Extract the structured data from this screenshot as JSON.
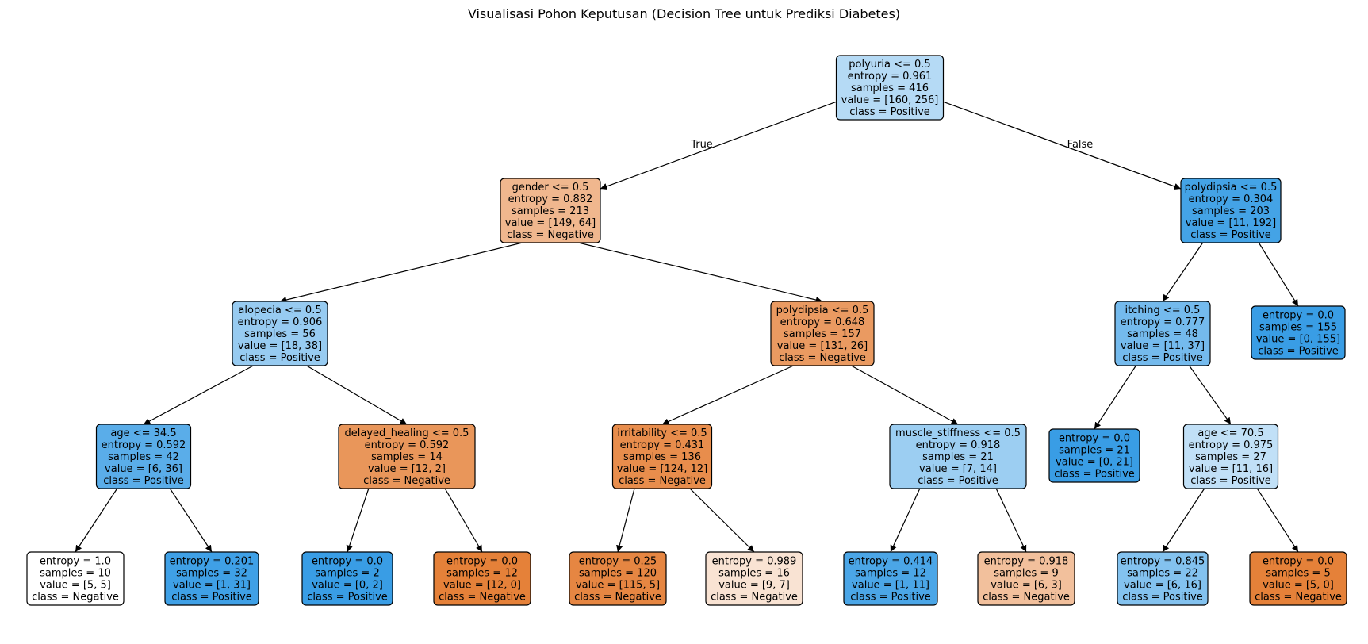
{
  "title": "Visualisasi Pohon Keputusan (Decision Tree untuk Prediksi Diabetes)",
  "colors": {
    "positive": "#399de5",
    "negative": "#e58139",
    "neutral": "#ffffff",
    "stroke": "#000000"
  },
  "branch_labels": {
    "true": "True",
    "false": "False"
  },
  "nodes": [
    {
      "id": "n0",
      "lines": [
        "polyuria <= 0.5",
        "entropy = 0.961",
        "samples = 416",
        "value = [160, 256]",
        "class = Positive"
      ],
      "cls": "Positive",
      "purity": 0.375
    },
    {
      "id": "n1",
      "lines": [
        "gender <= 0.5",
        "entropy = 0.882",
        "samples = 213",
        "value = [149, 64]",
        "class = Negative"
      ],
      "cls": "Negative",
      "purity": 0.57
    },
    {
      "id": "n2",
      "lines": [
        "polydipsia <= 0.5",
        "entropy = 0.304",
        "samples = 203",
        "value = [11, 192]",
        "class = Positive"
      ],
      "cls": "Positive",
      "purity": 0.943
    },
    {
      "id": "n3",
      "lines": [
        "alopecia <= 0.5",
        "entropy = 0.906",
        "samples = 56",
        "value = [18, 38]",
        "class = Positive"
      ],
      "cls": "Positive",
      "purity": 0.526
    },
    {
      "id": "n4",
      "lines": [
        "polydipsia <= 0.5",
        "entropy = 0.648",
        "samples = 157",
        "value = [131, 26]",
        "class = Negative"
      ],
      "cls": "Negative",
      "purity": 0.8
    },
    {
      "id": "n5",
      "lines": [
        "itching <= 0.5",
        "entropy = 0.777",
        "samples = 48",
        "value = [11, 37]",
        "class = Positive"
      ],
      "cls": "Positive",
      "purity": 0.703
    },
    {
      "id": "n6",
      "lines": [
        "entropy = 0.0",
        "samples = 155",
        "value = [0, 155]",
        "class = Positive"
      ],
      "cls": "Positive",
      "purity": 1.0
    },
    {
      "id": "n7",
      "lines": [
        "age <= 34.5",
        "entropy = 0.592",
        "samples = 42",
        "value = [6, 36]",
        "class = Positive"
      ],
      "cls": "Positive",
      "purity": 0.833
    },
    {
      "id": "n8",
      "lines": [
        "delayed_healing <= 0.5",
        "entropy = 0.592",
        "samples = 14",
        "value = [12, 2]",
        "class = Negative"
      ],
      "cls": "Negative",
      "purity": 0.833
    },
    {
      "id": "n9",
      "lines": [
        "irritability <= 0.5",
        "entropy = 0.431",
        "samples = 136",
        "value = [124, 12]",
        "class = Negative"
      ],
      "cls": "Negative",
      "purity": 0.903
    },
    {
      "id": "n10",
      "lines": [
        "muscle_stiffness <= 0.5",
        "entropy = 0.918",
        "samples = 21",
        "value = [7, 14]",
        "class = Positive"
      ],
      "cls": "Positive",
      "purity": 0.5
    },
    {
      "id": "n11",
      "lines": [
        "entropy = 0.0",
        "samples = 21",
        "value = [0, 21]",
        "class = Positive"
      ],
      "cls": "Positive",
      "purity": 1.0
    },
    {
      "id": "n12",
      "lines": [
        "age <= 70.5",
        "entropy = 0.975",
        "samples = 27",
        "value = [11, 16]",
        "class = Positive"
      ],
      "cls": "Positive",
      "purity": 0.312
    },
    {
      "id": "n13",
      "lines": [
        "entropy = 1.0",
        "samples = 10",
        "value = [5, 5]",
        "class = Negative"
      ],
      "cls": "Negative",
      "purity": 0.0
    },
    {
      "id": "n14",
      "lines": [
        "entropy = 0.201",
        "samples = 32",
        "value = [1, 31]",
        "class = Positive"
      ],
      "cls": "Positive",
      "purity": 0.968
    },
    {
      "id": "n15",
      "lines": [
        "entropy = 0.0",
        "samples = 2",
        "value = [0, 2]",
        "class = Positive"
      ],
      "cls": "Positive",
      "purity": 1.0
    },
    {
      "id": "n16",
      "lines": [
        "entropy = 0.0",
        "samples = 12",
        "value = [12, 0]",
        "class = Negative"
      ],
      "cls": "Negative",
      "purity": 1.0
    },
    {
      "id": "n17",
      "lines": [
        "entropy = 0.25",
        "samples = 120",
        "value = [115, 5]",
        "class = Negative"
      ],
      "cls": "Negative",
      "purity": 0.957
    },
    {
      "id": "n18",
      "lines": [
        "entropy = 0.989",
        "samples = 16",
        "value = [9, 7]",
        "class = Negative"
      ],
      "cls": "Negative",
      "purity": 0.222
    },
    {
      "id": "n19",
      "lines": [
        "entropy = 0.414",
        "samples = 12",
        "value = [1, 11]",
        "class = Positive"
      ],
      "cls": "Positive",
      "purity": 0.909
    },
    {
      "id": "n20",
      "lines": [
        "entropy = 0.918",
        "samples = 9",
        "value = [6, 3]",
        "class = Negative"
      ],
      "cls": "Negative",
      "purity": 0.5
    },
    {
      "id": "n21",
      "lines": [
        "entropy = 0.845",
        "samples = 22",
        "value = [6, 16]",
        "class = Positive"
      ],
      "cls": "Positive",
      "purity": 0.625
    },
    {
      "id": "n22",
      "lines": [
        "entropy = 0.0",
        "samples = 5",
        "value = [5, 0]",
        "class = Negative"
      ],
      "cls": "Negative",
      "purity": 1.0
    }
  ],
  "edges": [
    [
      "n0",
      "n1"
    ],
    [
      "n0",
      "n2"
    ],
    [
      "n1",
      "n3"
    ],
    [
      "n1",
      "n4"
    ],
    [
      "n2",
      "n5"
    ],
    [
      "n2",
      "n6"
    ],
    [
      "n3",
      "n7"
    ],
    [
      "n3",
      "n8"
    ],
    [
      "n4",
      "n9"
    ],
    [
      "n4",
      "n10"
    ],
    [
      "n5",
      "n11"
    ],
    [
      "n5",
      "n12"
    ],
    [
      "n7",
      "n13"
    ],
    [
      "n7",
      "n14"
    ],
    [
      "n8",
      "n15"
    ],
    [
      "n8",
      "n16"
    ],
    [
      "n9",
      "n17"
    ],
    [
      "n9",
      "n18"
    ],
    [
      "n10",
      "n19"
    ],
    [
      "n10",
      "n20"
    ],
    [
      "n12",
      "n21"
    ],
    [
      "n12",
      "n22"
    ]
  ]
}
